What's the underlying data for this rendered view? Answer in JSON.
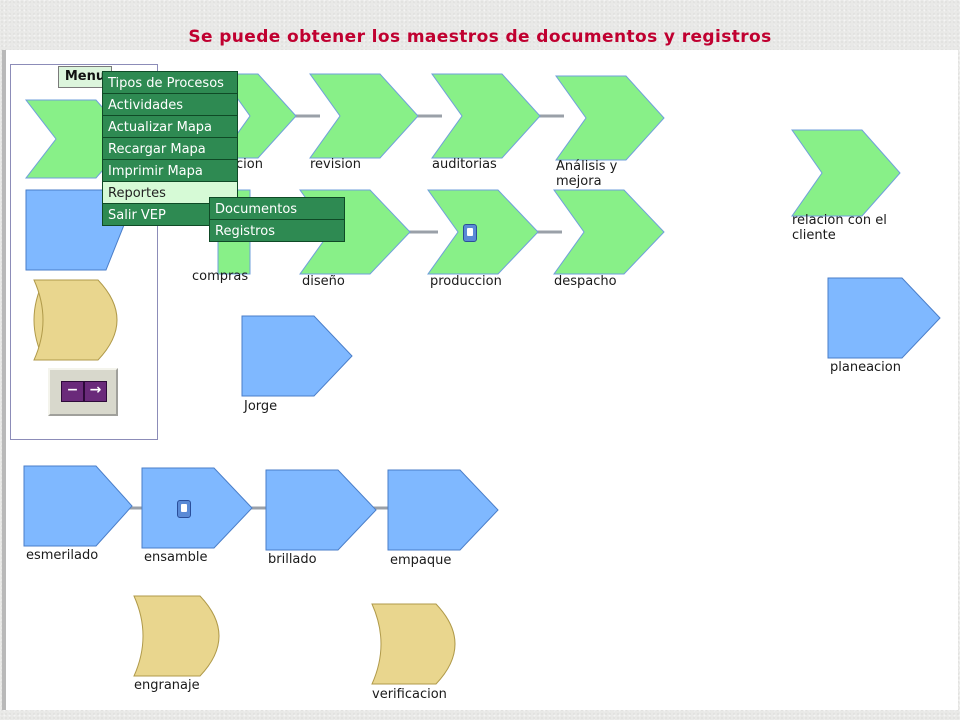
{
  "slide_title": "Se puede obtener los maestros de documentos y registros",
  "menu": {
    "label": "Menu",
    "items": [
      {
        "label": "Tipos de Procesos"
      },
      {
        "label": "Actividades"
      },
      {
        "label": "Actualizar Mapa"
      },
      {
        "label": "Recargar Mapa"
      },
      {
        "label": "Imprimir Mapa"
      },
      {
        "label": "Reportes",
        "active": true
      },
      {
        "label": "Salir VEP"
      }
    ],
    "submenu": [
      {
        "label": "Documentos"
      },
      {
        "label": "Registros"
      }
    ]
  },
  "processes": {
    "green_row1": [
      "cion",
      "revision",
      "auditorias",
      "Análisis y",
      "mejora"
    ],
    "green_row2": [
      "compras",
      "diseño",
      "produccion",
      "despacho"
    ],
    "relacion": [
      "relacion con el",
      "cliente"
    ],
    "planeacion": "planeacion",
    "jorge": "Jorge",
    "blue_row": [
      "esmerilado",
      "ensamble",
      "brillado",
      "empaque"
    ],
    "yellow": [
      "engranaje",
      "verificacion"
    ]
  },
  "colors": {
    "title": "#c00030",
    "green_shape": "#88f088",
    "blue_shape": "#7fb8ff",
    "yellow_shape": "#e9d68e",
    "menu_item": "#2e8a52",
    "menu_active": "#d6fad6"
  },
  "icons": [
    "doc-icon",
    "prev-arrow-icon",
    "next-arrow-icon"
  ]
}
